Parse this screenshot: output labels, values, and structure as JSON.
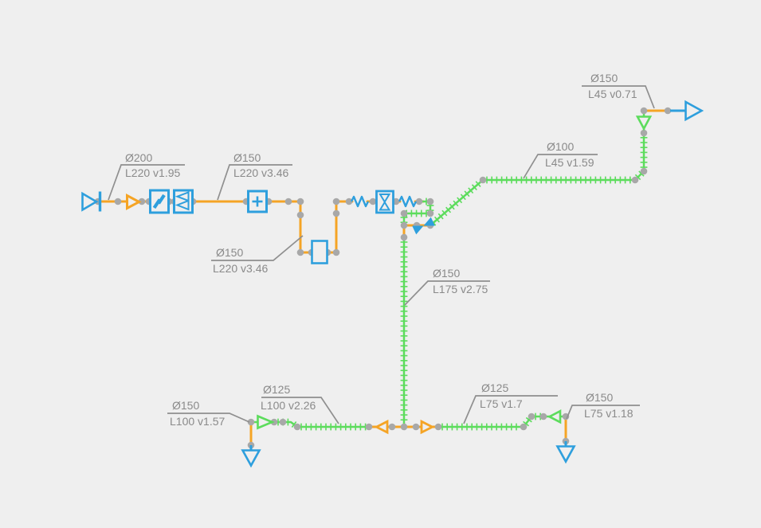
{
  "diagram_title": "pipe-network-schematic",
  "colors": {
    "background": "#EFEFEF",
    "pipe_orange": "#F5A425",
    "pipe_green": "#5CDC5C",
    "symbol_blue": "#2E9FDD",
    "node_gray": "#A8A8A8",
    "label_gray": "#8A8A8A",
    "leader_gray": "#8F8F8F"
  },
  "labels": [
    {
      "dia": "Ø200",
      "info": "L220 v1.95"
    },
    {
      "dia": "Ø150",
      "info": "L220 v3.46"
    },
    {
      "dia": "Ø150",
      "info": "L220 v3.46"
    },
    {
      "dia": "Ø100",
      "info": "L45 v1.59"
    },
    {
      "dia": "Ø150",
      "info": "L45 v0.71"
    },
    {
      "dia": "Ø150",
      "info": "L175 v2.75"
    },
    {
      "dia": "Ø150",
      "info": "L100 v1.57"
    },
    {
      "dia": "Ø125",
      "info": "L100 v2.26"
    },
    {
      "dia": "Ø125",
      "info": "L75 v1.7"
    },
    {
      "dia": "Ø150",
      "info": "L75 v1.18"
    }
  ],
  "symbols": {
    "inlet": "reservoir-inlet",
    "pump_square": "pump",
    "double_triangle_square": "valve",
    "plus_square": "meter",
    "empty_square": "fitting",
    "zigzag": "resistance",
    "hourglass_square": "valve",
    "diagonal_bowtie": "butterfly-valve",
    "triangle_markers": "check-valve",
    "arrow_ends": "discharge-outlet"
  }
}
